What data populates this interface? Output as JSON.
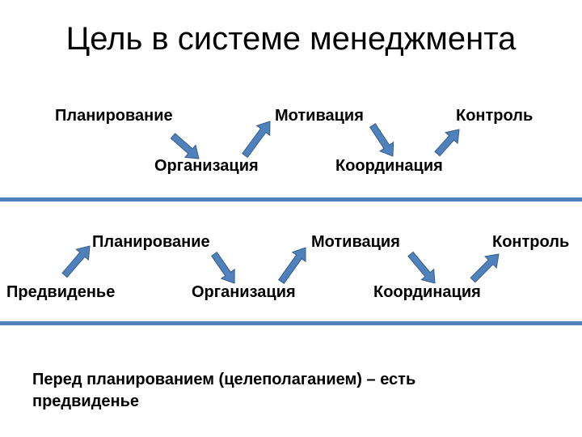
{
  "title": "Цель в системе менеджмента",
  "row1": {
    "planning": "Планирование",
    "organization": "Организация",
    "motivation": "Мотивация",
    "coordination": "Координация",
    "control": "Контроль"
  },
  "row2": {
    "foresight": "Предвиденье",
    "planning": "Планирование",
    "organization": "Организация",
    "motivation": "Мотивация",
    "coordination": "Координация",
    "control": "Контроль"
  },
  "note": "Перед планированием (целеполаганием) – есть предвиденье",
  "colors": {
    "arrow_fill": "#4f81bd",
    "arrow_stroke": "#385d8a",
    "rule": "#4f81bd"
  },
  "icons": {
    "arrow": "diagonal-block-arrow"
  }
}
